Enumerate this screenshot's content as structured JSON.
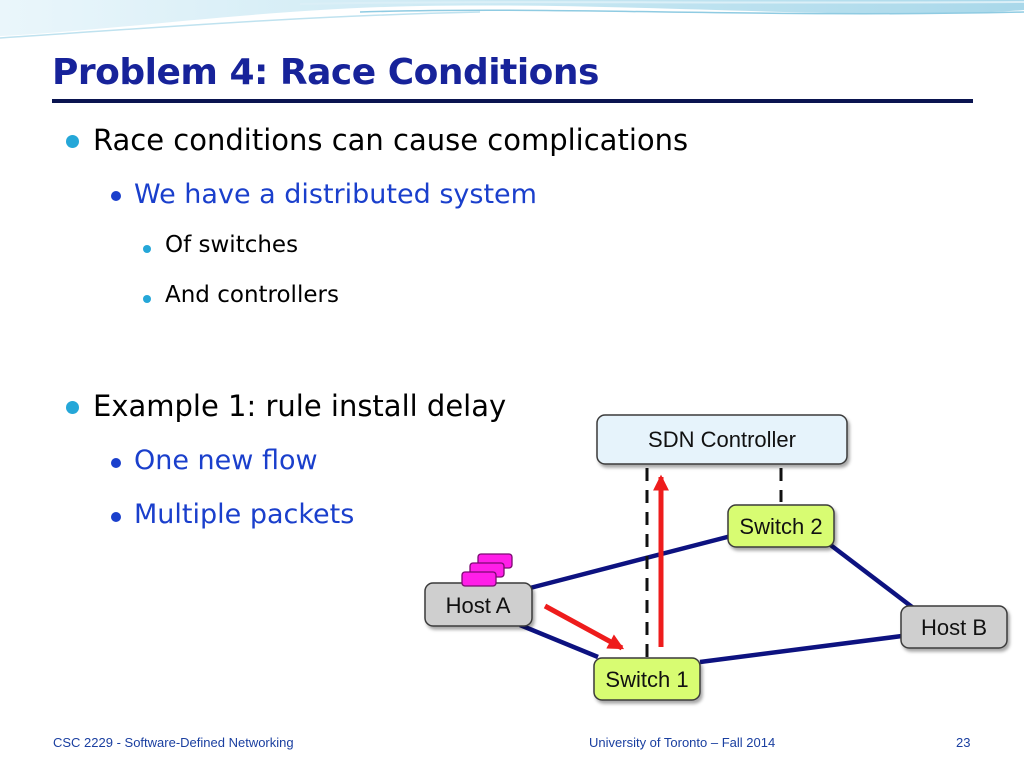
{
  "slide": {
    "title": "Problem 4: Race Conditions",
    "bullets": [
      {
        "text": "Race conditions can cause complications",
        "level": 1
      },
      {
        "text": "We have a distributed system",
        "level": 2
      },
      {
        "text": "Of switches",
        "level": 3
      },
      {
        "text": "And controllers",
        "level": 3
      },
      {
        "text": "Example 1: rule install delay",
        "level": 1
      },
      {
        "text": "One new flow",
        "level": 2
      },
      {
        "text": "Multiple packets",
        "level": 2
      }
    ]
  },
  "diagram": {
    "nodes": {
      "controller": "SDN Controller",
      "switch2": "Switch 2",
      "hostA": "Host A",
      "hostB": "Host B",
      "switch1": "Switch 1"
    },
    "colors": {
      "link": "#0d1280",
      "arrow": "#ee1c1c",
      "controller_fill": "#e6f3fb",
      "switch_fill": "#d8fc72",
      "host_fill": "#cfcfcf",
      "packet_fill": "#ff1ee8"
    }
  },
  "footer": {
    "course": "CSC 2229 - Software-Defined Networking",
    "university": "University of Toronto – Fall 2014",
    "page": "23"
  }
}
